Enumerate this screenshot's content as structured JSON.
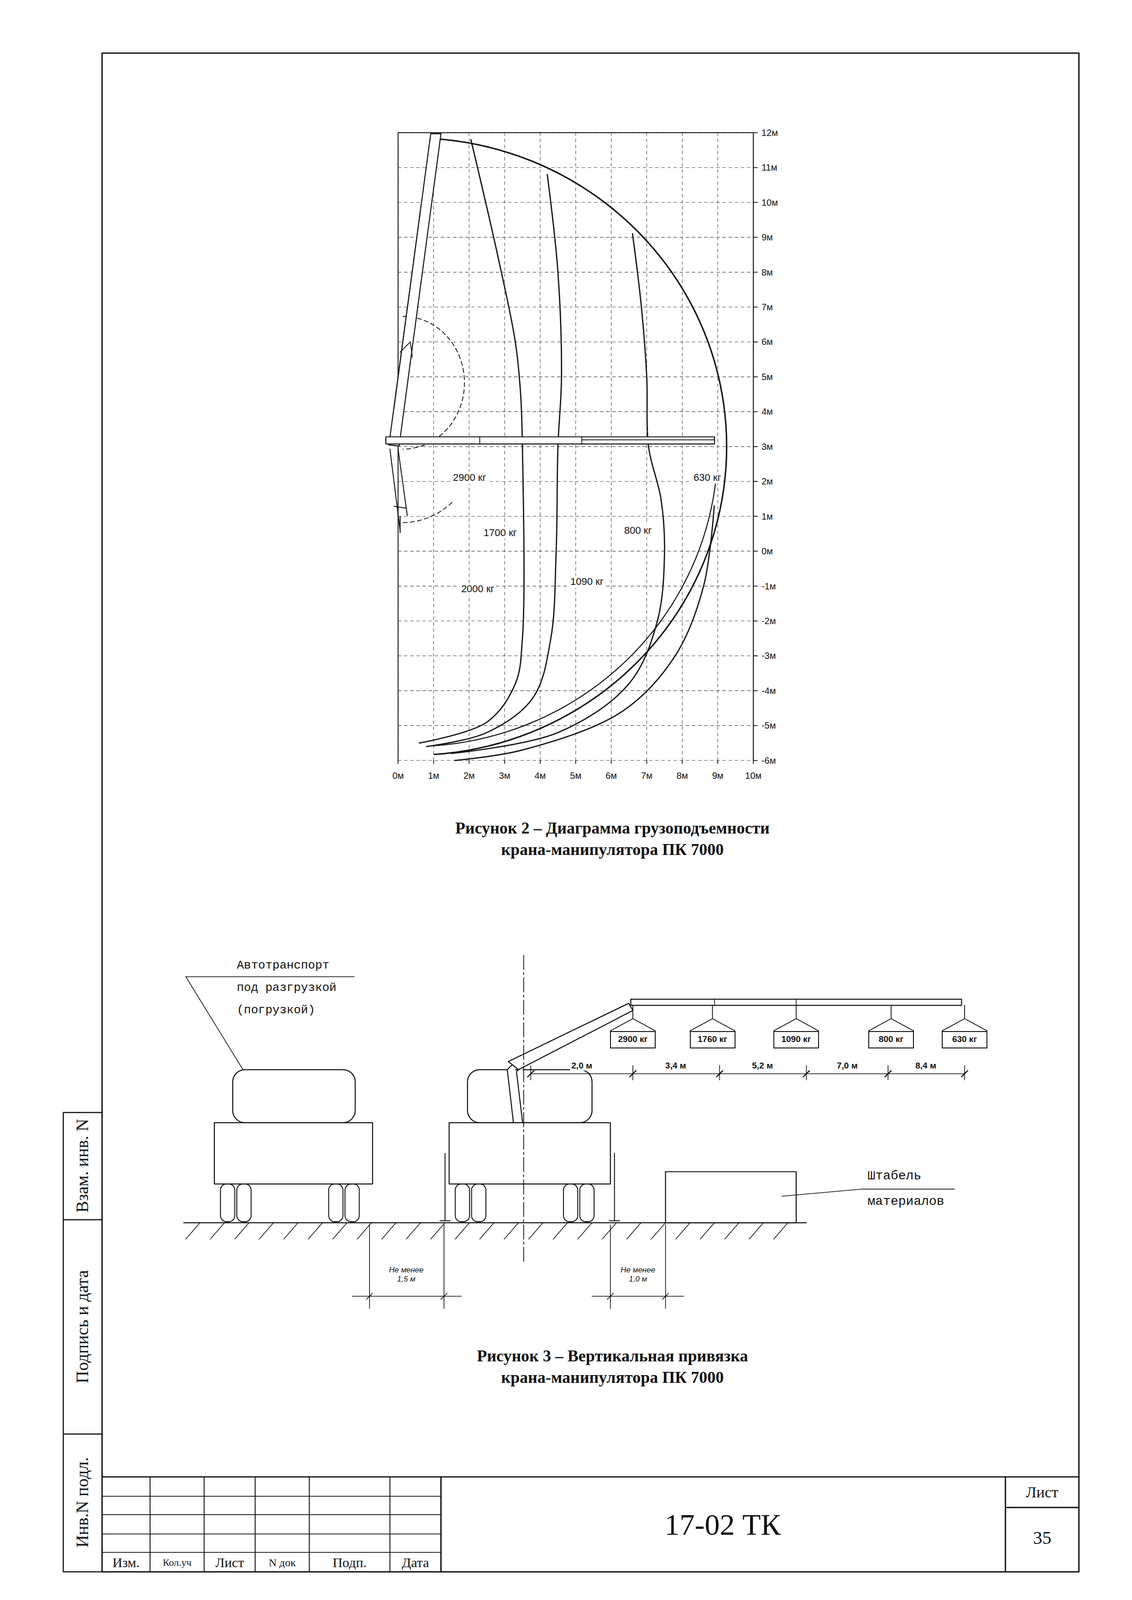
{
  "diagram": {
    "nodes": [
      {
        "text": [
          "2900 кг"
        ]
      },
      {
        "text": [
          "1760 кг"
        ]
      },
      {
        "text": [
          "1090 кг"
        ]
      },
      {
        "text": [
          "800 кг"
        ]
      },
      {
        "text": [
          "630 кг"
        ]
      }
    ],
    "labels": [
      "12м",
      "11м",
      "10м",
      "9м",
      "8м",
      "7м",
      "6м",
      "5м",
      "4м",
      "3м",
      "2м",
      "1м",
      "0м",
      "-1м",
      "-2м",
      "-3м",
      "-4м",
      "-5м",
      "-6м",
      "0м",
      "1м",
      "2м",
      "3м",
      "4м",
      "5м",
      "6м",
      "7м",
      "8м",
      "9м",
      "10м",
      "2900 кг",
      "1700 кг",
      "800 кг",
      "630 кг",
      "2000 кг",
      "1090 кг",
      "Рисунок 2 – Диаграмма грузоподъемности крана-манипулятора ПК 7000",
      "Автотранспорт под разгрузкой (погрузкой)",
      "2,0 м",
      "3,4 м",
      "5,2 м",
      "7,0 м",
      "8,4 м",
      "Штабель материалов",
      "Не менее 1,5 м",
      "Не менее 1,0 м",
      "Рисунок 3 – Вертикальная привязка крана-манипулятора ПК 7000",
      "Взам. инв. N",
      "Подпись и дата",
      "Инв.N подл.",
      "Изм.",
      "Кол.уч",
      "Лист",
      "N док",
      "Подп.",
      "Дата",
      "17-02 ТК",
      "Лист",
      "35"
    ]
  }
}
